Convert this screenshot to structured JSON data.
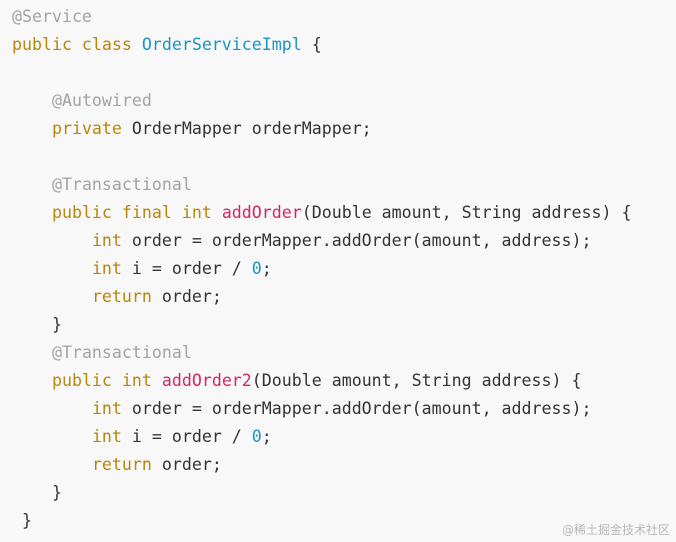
{
  "code": {
    "lines": [
      [
        {
          "t": "annotation",
          "v": "@Service"
        }
      ],
      [
        {
          "t": "keyword",
          "v": "public class "
        },
        {
          "t": "class",
          "v": "OrderServiceImpl"
        },
        {
          "t": "plain",
          "v": " {"
        }
      ],
      [],
      [
        {
          "t": "plain",
          "v": "    "
        },
        {
          "t": "annotation",
          "v": "@Autowired"
        }
      ],
      [
        {
          "t": "plain",
          "v": "    "
        },
        {
          "t": "keyword",
          "v": "private "
        },
        {
          "t": "plain",
          "v": "OrderMapper orderMapper;"
        }
      ],
      [],
      [
        {
          "t": "plain",
          "v": "    "
        },
        {
          "t": "annotation",
          "v": "@Transactional"
        }
      ],
      [
        {
          "t": "plain",
          "v": "    "
        },
        {
          "t": "keyword",
          "v": "public final int "
        },
        {
          "t": "method",
          "v": "addOrder"
        },
        {
          "t": "plain",
          "v": "(Double amount, String address) {"
        }
      ],
      [
        {
          "t": "plain",
          "v": "        "
        },
        {
          "t": "keyword",
          "v": "int "
        },
        {
          "t": "plain",
          "v": "order = orderMapper.addOrder(amount, address);"
        }
      ],
      [
        {
          "t": "plain",
          "v": "        "
        },
        {
          "t": "keyword",
          "v": "int "
        },
        {
          "t": "plain",
          "v": "i = order / "
        },
        {
          "t": "number",
          "v": "0"
        },
        {
          "t": "plain",
          "v": ";"
        }
      ],
      [
        {
          "t": "plain",
          "v": "        "
        },
        {
          "t": "keyword",
          "v": "return "
        },
        {
          "t": "plain",
          "v": "order;"
        }
      ],
      [
        {
          "t": "plain",
          "v": "    }"
        }
      ],
      [
        {
          "t": "plain",
          "v": "    "
        },
        {
          "t": "annotation",
          "v": "@Transactional"
        }
      ],
      [
        {
          "t": "plain",
          "v": "    "
        },
        {
          "t": "keyword",
          "v": "public int "
        },
        {
          "t": "method",
          "v": "addOrder2"
        },
        {
          "t": "plain",
          "v": "(Double amount, String address) {"
        }
      ],
      [
        {
          "t": "plain",
          "v": "        "
        },
        {
          "t": "keyword",
          "v": "int "
        },
        {
          "t": "plain",
          "v": "order = orderMapper.addOrder(amount, address);"
        }
      ],
      [
        {
          "t": "plain",
          "v": "        "
        },
        {
          "t": "keyword",
          "v": "int "
        },
        {
          "t": "plain",
          "v": "i = order / "
        },
        {
          "t": "number",
          "v": "0"
        },
        {
          "t": "plain",
          "v": ";"
        }
      ],
      [
        {
          "t": "plain",
          "v": "        "
        },
        {
          "t": "keyword",
          "v": "return "
        },
        {
          "t": "plain",
          "v": "order;"
        }
      ],
      [
        {
          "t": "plain",
          "v": "    }"
        }
      ],
      [
        {
          "t": "plain",
          "v": " }"
        }
      ]
    ]
  },
  "watermark": "@稀土掘金技术社区",
  "colors": {
    "background": "#f8f8f8",
    "annotation": "#a3a3a3",
    "keyword": "#b8860b",
    "class_name": "#1a94c6",
    "method_name": "#d6265e",
    "number": "#1a94c6",
    "plain": "#333333"
  }
}
